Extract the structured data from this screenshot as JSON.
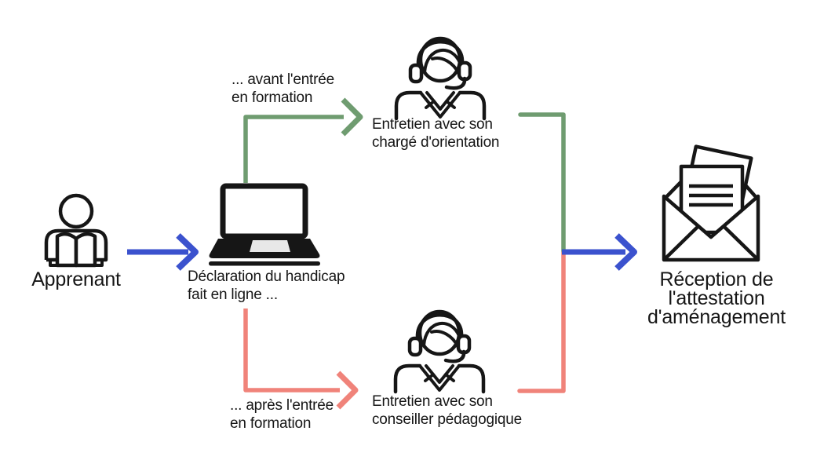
{
  "colors": {
    "background": "#ffffff",
    "ink": "#161616",
    "blue": "#3b52ce",
    "green": "#6f9c70",
    "salmon": "#f0837a",
    "trackpad": "#e8e8e8",
    "paper": "#ffffff"
  },
  "nodes": {
    "learner": {
      "label": "Apprenant",
      "icon": "reader-icon"
    },
    "declaration": {
      "line1": "Déclaration du handicap",
      "line2": "fait en ligne ...",
      "icon": "laptop-icon"
    },
    "orientation": {
      "line1": "Entretien avec son",
      "line2": "chargé d'orientation",
      "icon": "support-agent-icon"
    },
    "pedagogique": {
      "line1": "Entretien avec son",
      "line2": "conseiller pédagogique",
      "icon": "support-agent-icon"
    },
    "reception": {
      "line1": "Réception de",
      "line2": "l'attestation",
      "line3": "d'aménagement",
      "icon": "open-envelope-icon"
    }
  },
  "branch_labels": {
    "before": {
      "line1": "... avant l'entrée",
      "line2": "en formation"
    },
    "after": {
      "line1": "... après l'entrée",
      "line2": "en formation"
    }
  }
}
